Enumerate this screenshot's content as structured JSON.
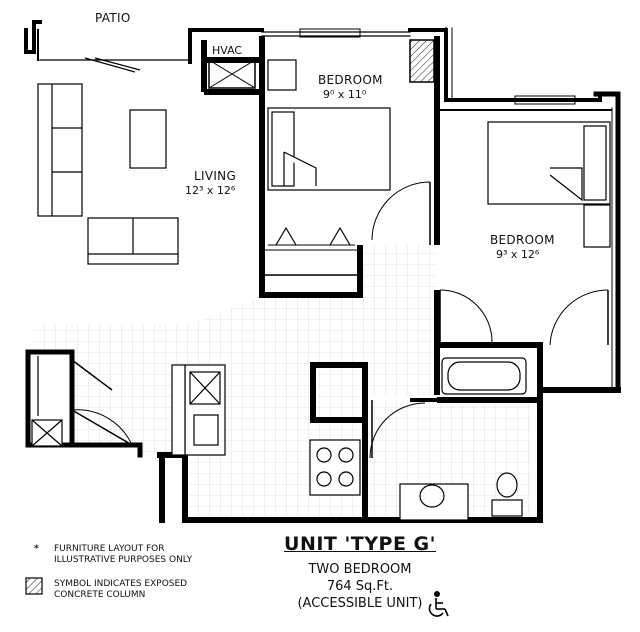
{
  "rooms": {
    "patio": "PATIO",
    "hvac": "HVAC",
    "bedroom1_name": "BEDROOM",
    "bedroom1_dim": "9⁰ x 11⁰",
    "living_name": "LIVING",
    "living_dim": "12³ x 12⁶",
    "bedroom2_name": "BEDROOM",
    "bedroom2_dim": "9³ x 12⁶"
  },
  "legend": {
    "furniture_marker": "*",
    "furniture_line1": "FURNITURE LAYOUT FOR",
    "furniture_line2": "ILLUSTRATIVE PURPOSES ONLY",
    "column_line1": "SYMBOL INDICATES EXPOSED",
    "column_line2": "CONCRETE COLUMN"
  },
  "title": {
    "unit": "UNIT 'TYPE G'",
    "type": "TWO BEDROOM",
    "area": "764 Sq.Ft.",
    "accessible": "(ACCESSIBLE UNIT)"
  },
  "icons": {
    "accessibility": "wheelchair-icon"
  }
}
